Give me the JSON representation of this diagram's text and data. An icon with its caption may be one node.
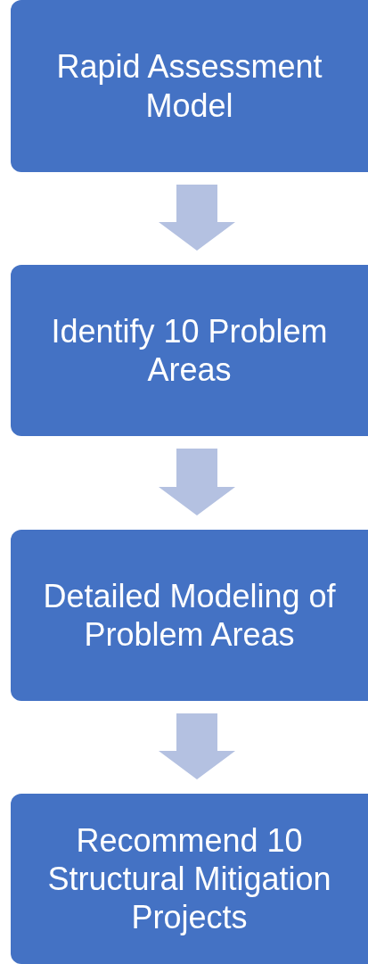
{
  "diagram": {
    "nodes": [
      {
        "text": [
          "Rapid Assessment Model"
        ]
      },
      {
        "text": [
          "Identify 10 Problem Areas"
        ]
      },
      {
        "text": [
          "Detailed Modeling of Problem Areas"
        ]
      },
      {
        "text": [
          "Recommend 10 Structural Mitigation Projects"
        ]
      }
    ],
    "edges": [
      {
        "from": 0,
        "to": 1,
        "arrow": "to"
      },
      {
        "from": 1,
        "to": 2,
        "arrow": "to"
      },
      {
        "from": 2,
        "to": 3,
        "arrow": "to"
      }
    ]
  }
}
